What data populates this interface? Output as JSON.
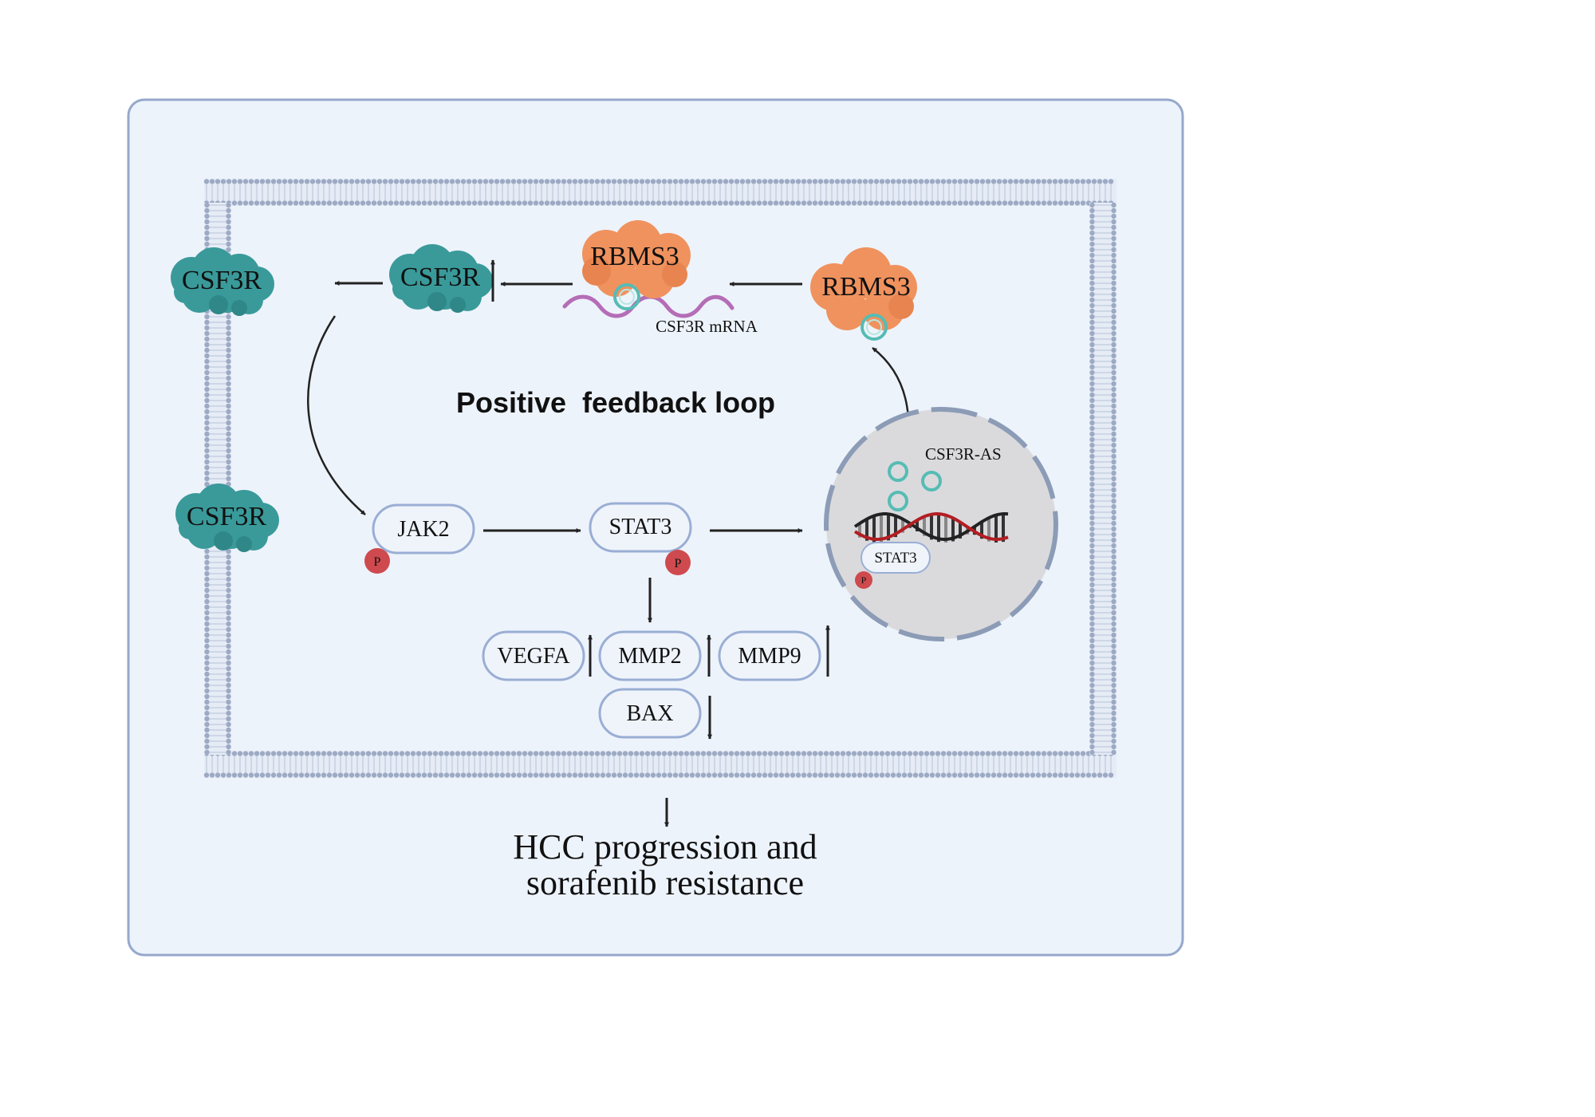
{
  "diagram": {
    "loop_title": "Positive  feedback loop",
    "receptor_label": "CSF3R",
    "rbp_label": "RBMS3",
    "mrna_label": "CSF3R mRNA",
    "antisense_label": "CSF3R-AS",
    "kinase_label": "JAK2",
    "tf_label": "STAT3",
    "tf_nuclear_label": "STAT3",
    "phospho_label": "P",
    "targets_up": [
      "VEGFA",
      "MMP2",
      "MMP9"
    ],
    "target_down": "BAX",
    "outcome_line1": "HCC progression and",
    "outcome_line2": "sorafenib resistance",
    "colors": {
      "cell_fill": "#EDF3FB",
      "cell_border": "#96A8CC",
      "membrane": "#96A4C0",
      "receptor": "#3A9A9A",
      "rbp": "#F0925E",
      "mrna": "#B46DB6",
      "ring": "#56BCB4",
      "dna_dark": "#222222",
      "dna_red": "#B21E23",
      "nucleus": "#DADADD",
      "phospho": "#CE4A4E",
      "pill_border": "#9AAED4"
    }
  }
}
